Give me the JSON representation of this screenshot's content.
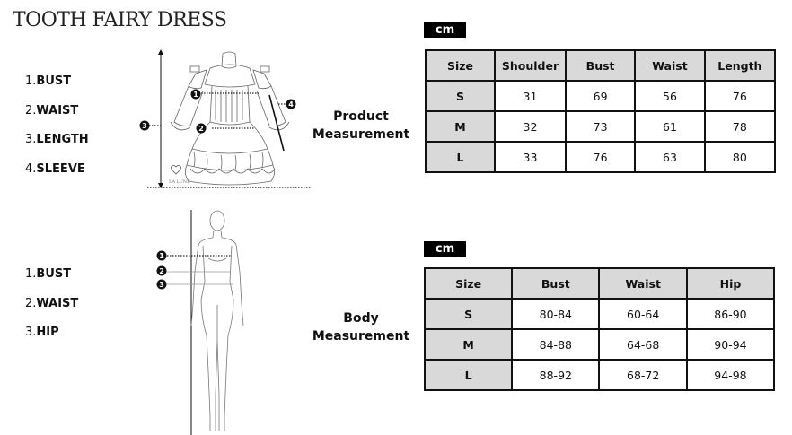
{
  "title": "TOOTH FAIRY DRESS",
  "product": {
    "list": [
      {
        "num": "1.",
        "name": "BUST"
      },
      {
        "num": "2.",
        "name": "WAIST"
      },
      {
        "num": "3.",
        "name": "LENGTH"
      },
      {
        "num": "4.",
        "name": "SLEEVE"
      }
    ],
    "label_line1": "Product",
    "label_line2": "Measurement",
    "unit": "cm",
    "headers": [
      "Size",
      "Shoulder",
      "Bust",
      "Waist",
      "Length"
    ],
    "rows": [
      [
        "S",
        "31",
        "69",
        "56",
        "76"
      ],
      [
        "M",
        "32",
        "73",
        "61",
        "78"
      ],
      [
        "L",
        "33",
        "76",
        "63",
        "80"
      ]
    ],
    "markers": [
      "1",
      "2",
      "3",
      "4"
    ]
  },
  "body": {
    "list": [
      {
        "num": "1.",
        "name": "BUST"
      },
      {
        "num": "2.",
        "name": "WAIST"
      },
      {
        "num": "3.",
        "name": "HIP"
      }
    ],
    "label_line1": "Body",
    "label_line2": "Measurement",
    "unit": "cm",
    "headers": [
      "Size",
      "Bust",
      "Waist",
      "Hip"
    ],
    "rows": [
      [
        "S",
        "80-84",
        "60-64",
        "86-90"
      ],
      [
        "M",
        "84-88",
        "64-68",
        "90-94"
      ],
      [
        "L",
        "88-92",
        "68-72",
        "94-98"
      ]
    ],
    "markers": [
      "1",
      "2",
      "3"
    ]
  },
  "brand_mark": "LA LUNE"
}
